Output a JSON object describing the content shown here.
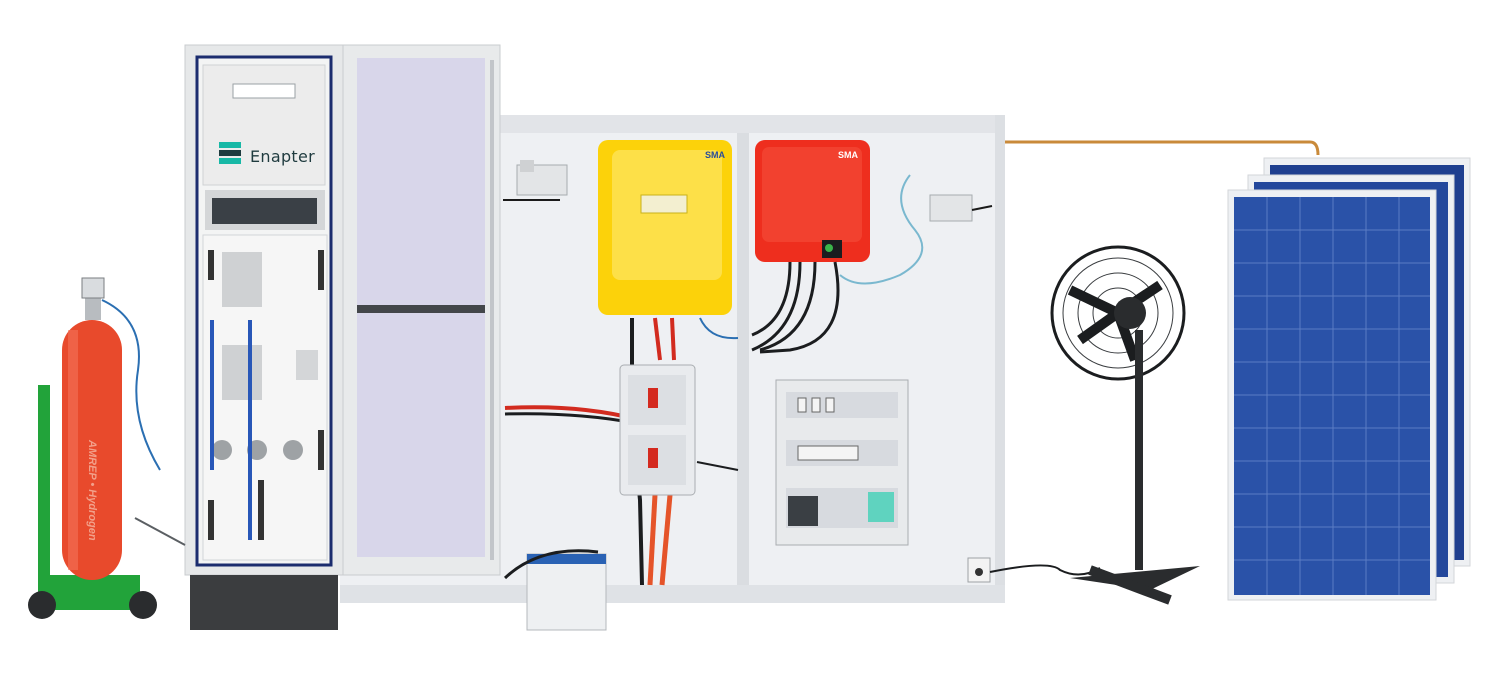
{
  "scene": {
    "background": "#ffffff",
    "colors": {
      "wall_panel": "#eceef1",
      "cabinet": "#e9ebec",
      "inverter_yellow": "#fcd20a",
      "inverter_red": "#ee2e1e",
      "cylinder_red": "#e84a2c",
      "trolley_green": "#22a33a",
      "solar_blue": "#1f3f8f",
      "electrolyser_glass": "#d6d3e8"
    },
    "electrolyser": {
      "brand": "Enapter",
      "logo_icon": "enapter-cube-icon"
    },
    "inverter_yellow": {
      "brand": "SMA"
    },
    "inverter_red": {
      "brand": "SMA"
    },
    "gas_cylinder": {
      "text": "AMREP • Hydrogen"
    },
    "solar_panels": {
      "count": 3
    }
  }
}
